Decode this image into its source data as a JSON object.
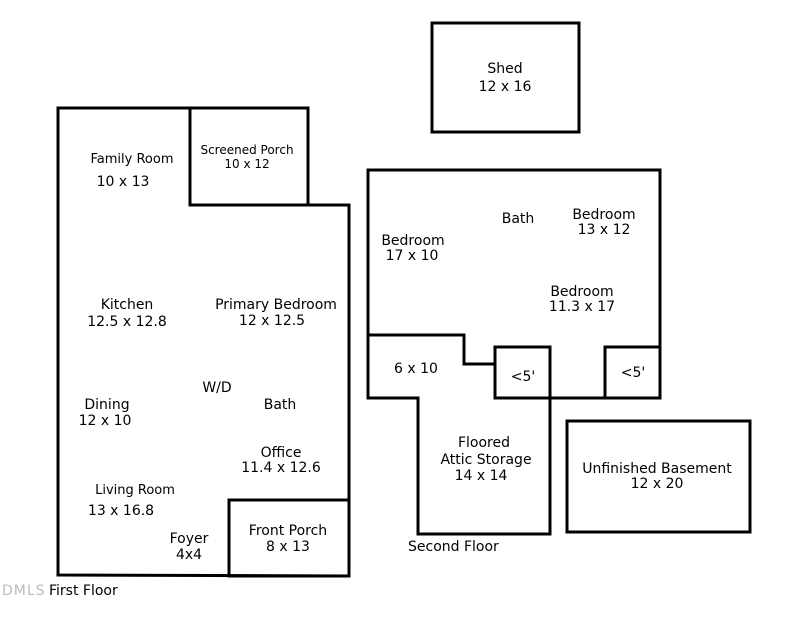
{
  "watermark": "DMLS",
  "first_floor": {
    "caption": "First Floor",
    "rooms": {
      "family_room": {
        "name": "Family Room",
        "size": "10 x 13"
      },
      "screened_porch": {
        "name": "Screened Porch",
        "size": "10 x 12"
      },
      "kitchen": {
        "name": "Kitchen",
        "size": "12.5 x 12.8"
      },
      "primary_bedroom": {
        "name": "Primary Bedroom",
        "size": "12 x 12.5"
      },
      "wd": {
        "name": "W/D"
      },
      "dining": {
        "name": "Dining",
        "size": "12 x 10"
      },
      "bath": {
        "name": "Bath"
      },
      "office": {
        "name": "Office",
        "size": "11.4 x 12.6"
      },
      "living_room": {
        "name": "Living Room",
        "size": "13 x 16.8"
      },
      "foyer": {
        "name": "Foyer",
        "size": "4x4"
      },
      "front_porch": {
        "name": "Front Porch",
        "size": "8 x 13"
      }
    }
  },
  "second_floor": {
    "caption": "Second Floor",
    "rooms": {
      "bedroom_left": {
        "name": "Bedroom",
        "size": "17 x 10"
      },
      "bath": {
        "name": "Bath"
      },
      "bedroom_right_top": {
        "name": "Bedroom",
        "size": "13 x 12"
      },
      "bedroom_right_bottom": {
        "name": "Bedroom",
        "size": "11.3 x 17"
      },
      "area_6x10": {
        "size": "6 x 10"
      },
      "low_ceiling_left": {
        "name": "<5'"
      },
      "low_ceiling_right": {
        "name": "<5'"
      },
      "attic_storage": {
        "name_line1": "Floored",
        "name_line2": "Attic Storage",
        "size": "14 x 14"
      }
    }
  },
  "shed": {
    "name": "Shed",
    "size": "12 x 16"
  },
  "basement": {
    "name": "Unfinished Basement",
    "size": "12 x 20"
  }
}
